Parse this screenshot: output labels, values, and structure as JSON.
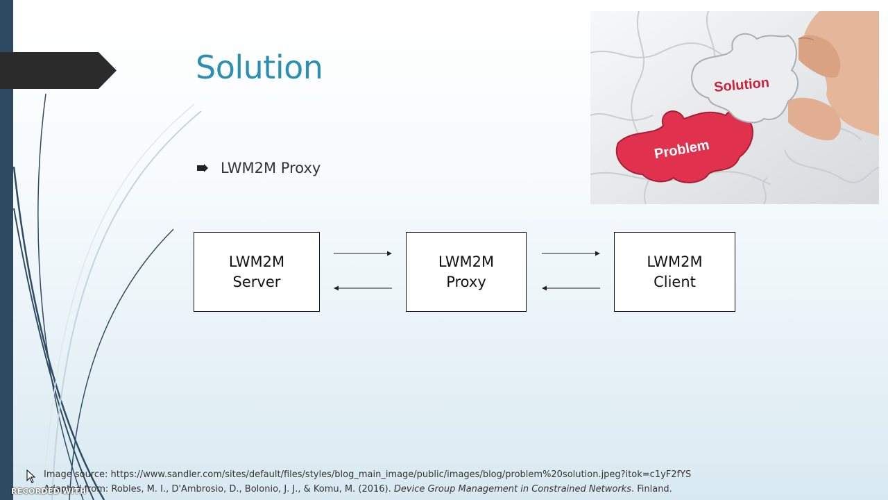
{
  "slide": {
    "title": "Solution",
    "bullet": "LWM2M Proxy"
  },
  "diagram": {
    "nodes": [
      {
        "id": "server",
        "line1": "LWM2M",
        "line2": "Server"
      },
      {
        "id": "proxy",
        "line1": "LWM2M",
        "line2": "Proxy"
      },
      {
        "id": "client",
        "line1": "LWM2M",
        "line2": "Client"
      }
    ]
  },
  "image": {
    "piece_solution": "Solution",
    "piece_problem": "Problem"
  },
  "footer": {
    "image_source": "Image source: https://www.sandler.com/sites/default/files/styles/blog_main_image/public/images/blog/problem%20solution.jpeg?itok=c1yF2fYS",
    "adapted_prefix": "Adapted from: Robles, M. I., D'Ambrosio, D., Bolonio, J. J., & Komu, M. (2016). ",
    "adapted_title": "Device Group Management in Constrained Networks",
    "adapted_suffix": ". Finland."
  },
  "watermark": "RECORDED WITH",
  "colors": {
    "title": "#2a8fb0",
    "sidebar": "#2e4a62",
    "tab": "#2b2b2b",
    "puzzle_red": "#e0324e"
  }
}
